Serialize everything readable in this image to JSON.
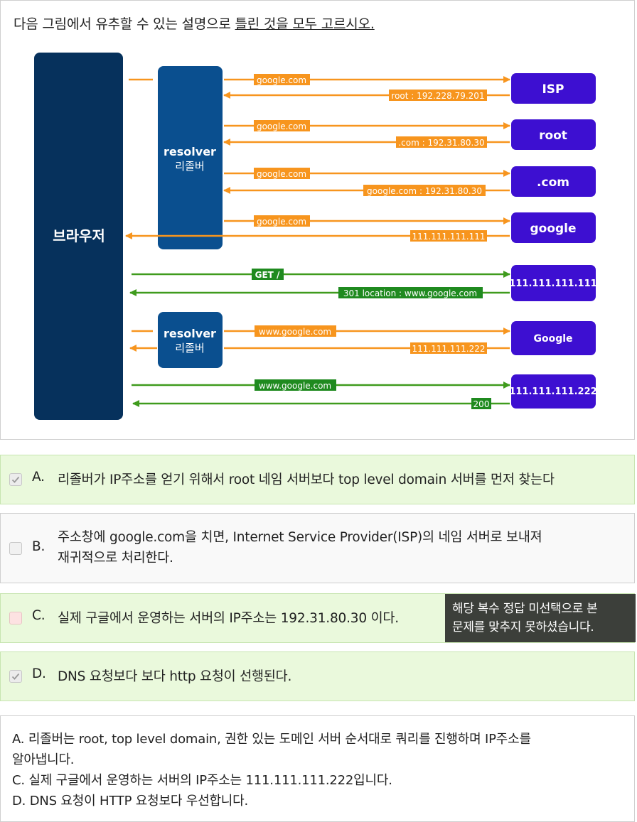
{
  "question": {
    "prefix": "다음 그림에서 유추할 수 있는 설명으로 ",
    "underlined": "틀린 것을 모두 고르시오."
  },
  "diagram": {
    "browser_label": "브라우저",
    "resolver1": {
      "en": "resolver",
      "ko": "리졸버"
    },
    "resolver2": {
      "en": "resolver",
      "ko": "리졸버"
    },
    "servers": {
      "isp": "ISP",
      "root": "root",
      "com": ".com",
      "google": "google",
      "ip1": "111.111.111.111",
      "google2": "Google",
      "ip2": "111.111.111.222"
    },
    "labels": {
      "q1": "google.com",
      "a1": "root : 192.228.79.201",
      "q2": "google.com",
      "a2": ".com : 192.31.80.30",
      "q3": "google.com",
      "a3": "google.com : 192.31.80.30",
      "q4": "google.com",
      "a4": "111.111.111.111",
      "get": "GET /",
      "redirect": "301 location : www.google.com",
      "q5": "www.google.com",
      "a5": "111.111.111.222",
      "req": "www.google.com",
      "ok": "200"
    },
    "colors": {
      "navy": "#06315c",
      "resolver": "#0a4f8f",
      "server": "#3d0fd1",
      "orange": "#f7951e",
      "green": "#3f9b1d",
      "green_label": "#1f8a1f"
    }
  },
  "options": [
    {
      "letter": "A.",
      "text": "리졸버가 IP주소를 얻기 위해서 root 네임 서버보다 top level domain 서버를 먼저 찾는다",
      "state": "checked"
    },
    {
      "letter": "B.",
      "line1": "주소창에 google.com을 치면, Internet Service Provider(ISP)의 네임 서버로 보내져",
      "line2": "재귀적으로 처리한다.",
      "state": "unchecked"
    },
    {
      "letter": "C.",
      "text": "실제 구글에서 운영하는 서버의 IP주소는 192.31.80.30 이다.",
      "state": "missed"
    },
    {
      "letter": "D.",
      "text": "DNS 요청보다 보다 http 요청이 선행된다.",
      "state": "checked"
    }
  ],
  "tooltip": {
    "line1": "해당 복수 정답 미선택으로 본",
    "line2": "문제를 맞추지 못하셨습니다."
  },
  "explanation": [
    "A. 리졸버는 root, top level domain, 권한 있는 도메인 서버 순서대로 쿼리를 진행하며 IP주소를",
    "알아냅니다.",
    "C. 실제 구글에서 운영하는 서버의 IP주소는 111.111.111.222입니다.",
    "D. DNS 요청이 HTTP 요청보다 우선합니다."
  ]
}
